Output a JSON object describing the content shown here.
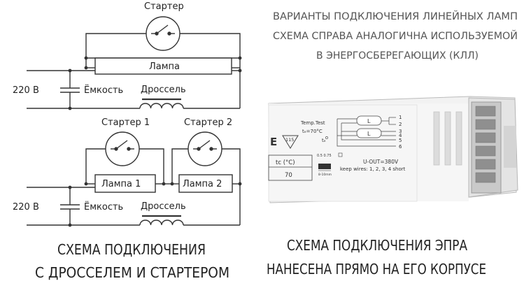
{
  "left_schematic": {
    "top": {
      "starter": "Стартер",
      "lamp": "Лампа",
      "voltage": "220 В",
      "capacitor": "Ёмкость",
      "choke": "Дроссель"
    },
    "bottom": {
      "starter1": "Стартер 1",
      "starter2": "Стартер 2",
      "lamp1": "Лампа 1",
      "lamp2": "Лампа 2",
      "voltage": "220 В",
      "capacitor": "Ёмкость",
      "choke": "Дроссель"
    }
  },
  "note": {
    "line1": "ВАРИАНТЫ ПОДКЛЮЧЕНИЯ ЛИНЕЙНЫХ   ЛАМП",
    "line2": "СХЕМА  СПРАВА АНАЛОГИЧНА ИСПОЛЬЗУЕМОЙ",
    "line3": "В ЭНЕРГОСБЕРЕГАЮЩИХ (КЛЛ)"
  },
  "ballast": {
    "ce_mark": "E",
    "temp_test": "Temp.Test",
    "tc_value": "tₑ=70°C",
    "tc_symbol": "tₑ",
    "triangle_number": "115",
    "tc_table_header": "tc (°C)",
    "tc_table_value": "70",
    "wire_spec": "0.5  0.75",
    "strip_length": "8-10mm",
    "u_out": "U-OUT=380V",
    "keep_wires": "keep wires: 1, 2, 3, 4 short",
    "lamp_label": "L",
    "terminals": [
      "1",
      "2",
      "3",
      "4",
      "5",
      "6"
    ]
  },
  "captions": {
    "left_line1": "СХЕМА ПОДКЛЮЧЕНИЯ",
    "left_line2": "С ДРОССЕЛЕМ И СТАРТЕРОМ",
    "right_line1": "СХЕМА ПОДКЛЮЧЕНИЯ ЭПРА",
    "right_line2": "НАНЕСЕНА ПРЯМО НА ЕГО КОРПУСЕ"
  }
}
